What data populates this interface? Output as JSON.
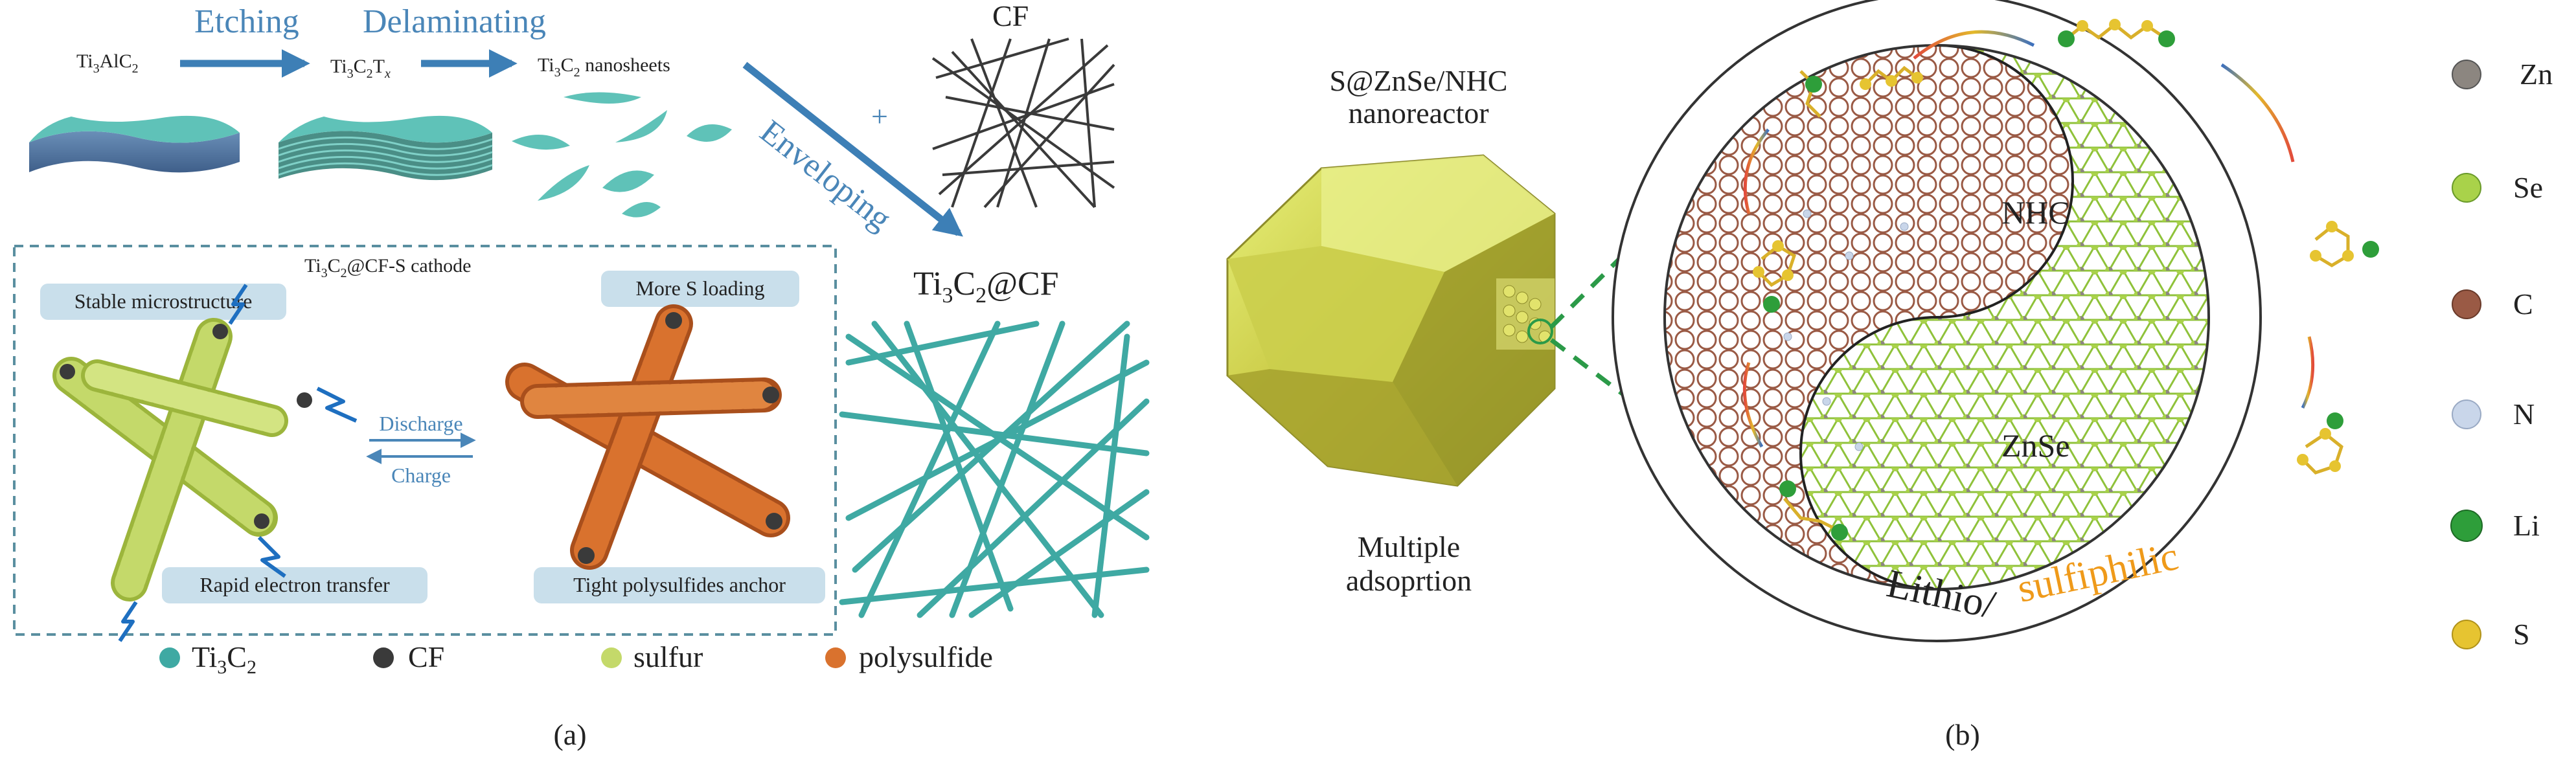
{
  "panel_a": {
    "flow": {
      "start": {
        "base": "Ti",
        "s1": "3",
        "mid": "AlC",
        "s2": "2"
      },
      "etching_label": "Etching",
      "delaminating_label": "Delaminating",
      "mxene": {
        "a": "Ti",
        "s1": "3",
        "b": "C",
        "s2": "2",
        "c": "T",
        "s3": "x"
      },
      "nanosheets": {
        "a": "Ti",
        "s1": "3",
        "b": "C",
        "s2": "2",
        "c": " nanosheets"
      },
      "cf_label": "CF",
      "plus": "+",
      "enveloping_label": "Enveloping",
      "composite": {
        "a": "Ti",
        "s1": "3",
        "b": "C",
        "s2": "2",
        "c": "@CF"
      }
    },
    "cathode_box": {
      "title": {
        "a": "Ti",
        "s1": "3",
        "b": "C",
        "s2": "2",
        "c": "@CF-S cathode"
      },
      "tag_stable": "Stable microstructure",
      "tag_more_s": "More S loading",
      "tag_rapid": "Rapid electron transfer",
      "tag_tight": "Tight polysulfides anchor",
      "discharge_label": "Discharge",
      "charge_label": "Charge"
    },
    "legend": [
      {
        "label_a": "Ti",
        "s1": "3",
        "label_b": "C",
        "s2": "2",
        "color": "#3fa9a3"
      },
      {
        "label_a": "CF",
        "s1": "",
        "label_b": "",
        "s2": "",
        "color": "#3a3a3a"
      },
      {
        "label_a": "sulfur",
        "s1": "",
        "label_b": "",
        "s2": "",
        "color": "#c4d96a"
      },
      {
        "label_a": "polysulfide",
        "s1": "",
        "label_b": "",
        "s2": "",
        "color": "#d9722e"
      }
    ],
    "caption": "(a)"
  },
  "panel_b": {
    "nanoreactor_line1": "S@ZnSe/NHC",
    "nanoreactor_line2": "nanoreactor",
    "multiple_line1": "Multiple",
    "multiple_line2": "adsoprtion",
    "nhc_label": "NHC",
    "znse_label": "ZnSe",
    "lithio_label": "Lithio/",
    "sulfiphilic_label": "sulfiphilic",
    "legend": [
      {
        "label": "Zn",
        "color": "#8c8680"
      },
      {
        "label": "Se",
        "color": "#a9d24a"
      },
      {
        "label": "C",
        "color": "#9a5a45"
      },
      {
        "label": "N",
        "color": "#c9d6ea"
      },
      {
        "label": "Li",
        "color": "#2e9e3a"
      },
      {
        "label": "S",
        "color": "#e6c431"
      }
    ],
    "caption": "(b)"
  },
  "colors": {
    "arrow_blue": "#3d7fb6",
    "text_blue": "#4a86b8",
    "mxene_teal": "#5fc2b8",
    "dashed_box": "#5a8fa0",
    "tag_bg": "#c9dfeb",
    "green_dash": "#2b9a48",
    "orange_text": "#ef9a1a"
  }
}
